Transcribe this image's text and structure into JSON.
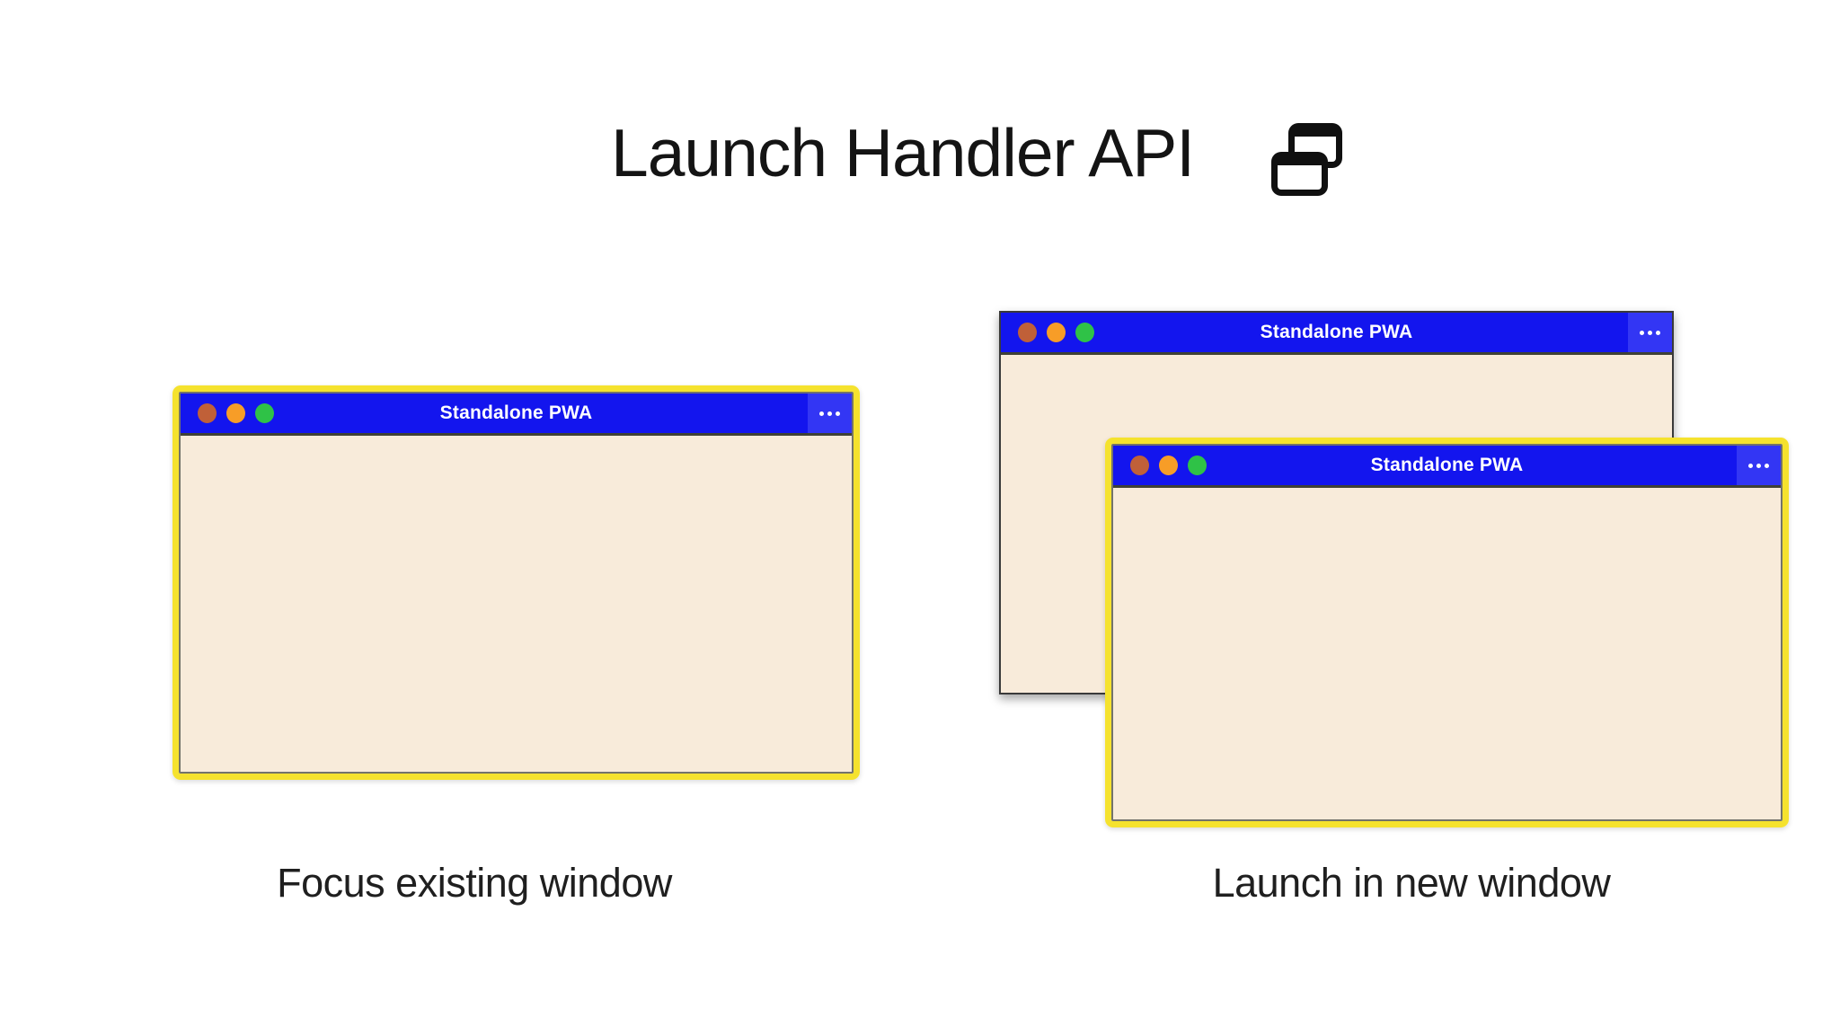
{
  "header": {
    "title": "Launch Handler API",
    "icon": "multi-window-icon"
  },
  "pwa_window": {
    "title": "Standalone PWA",
    "menu_icon": "more-horizontal-icon",
    "traffic_lights": [
      "#C06038",
      "#F79D27",
      "#2FC247"
    ]
  },
  "scenarios": {
    "left": {
      "caption": "Focus existing window"
    },
    "right": {
      "caption": "Launch in new window"
    }
  },
  "colors": {
    "titlebar_blue": "#1315EE",
    "menu_box_blue": "#3336F4",
    "window_body": "#F8EBDA",
    "highlight_yellow": "#F5E22E",
    "back_window_border": "#3A3A3A"
  }
}
